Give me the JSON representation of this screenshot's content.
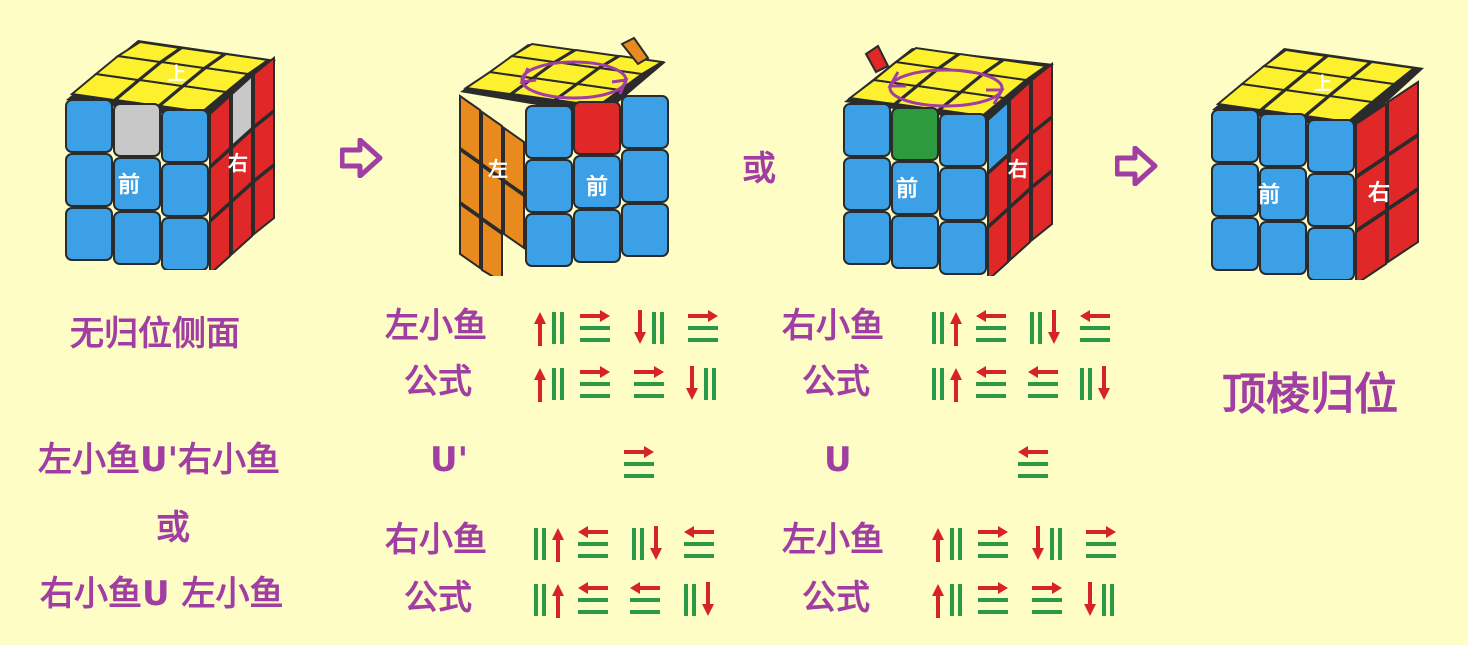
{
  "colors": {
    "background": "#fefdc6",
    "text": "#a13ea3",
    "yellow": "#fdf12f",
    "blue": "#3ca0e7",
    "red": "#e02828",
    "orange": "#e98a1e",
    "green": "#2d9a40",
    "gray": "#c8c8c8",
    "move_red": "#d6232a",
    "move_green": "#2a9a48"
  },
  "faces": {
    "up": "上",
    "front": "前",
    "right": "右",
    "left": "左"
  },
  "labels": {
    "no_placed_side": "无归位侧面",
    "or_mid": "或",
    "final": "顶棱归位",
    "combo_a": "左小鱼U'右小鱼",
    "combo_or": "或",
    "combo_b": "右小鱼U 左小鱼",
    "left_fish": "左小鱼",
    "right_fish": "右小鱼",
    "formula": "公式",
    "u_prime": "U'",
    "u": "U"
  },
  "algorithms": {
    "left_fish": [
      [
        "R",
        "Rw",
        "Uw",
        "Ri",
        "Uw"
      ],
      [
        "R",
        "Rw",
        "Uw",
        "Uw",
        "Ri"
      ]
    ],
    "right_fish": [
      [
        "L",
        "Ul",
        "Li",
        "Ul"
      ],
      [
        "L",
        "Ul",
        "Ul",
        "Li"
      ]
    ]
  },
  "icons": [
    "next-arrow-icon",
    "rotate-arrows-icon",
    "up-arrow-move-icon",
    "down-arrow-move-icon",
    "triple-bar-move-icon",
    "right-turn-move-icon",
    "left-turn-move-icon"
  ]
}
